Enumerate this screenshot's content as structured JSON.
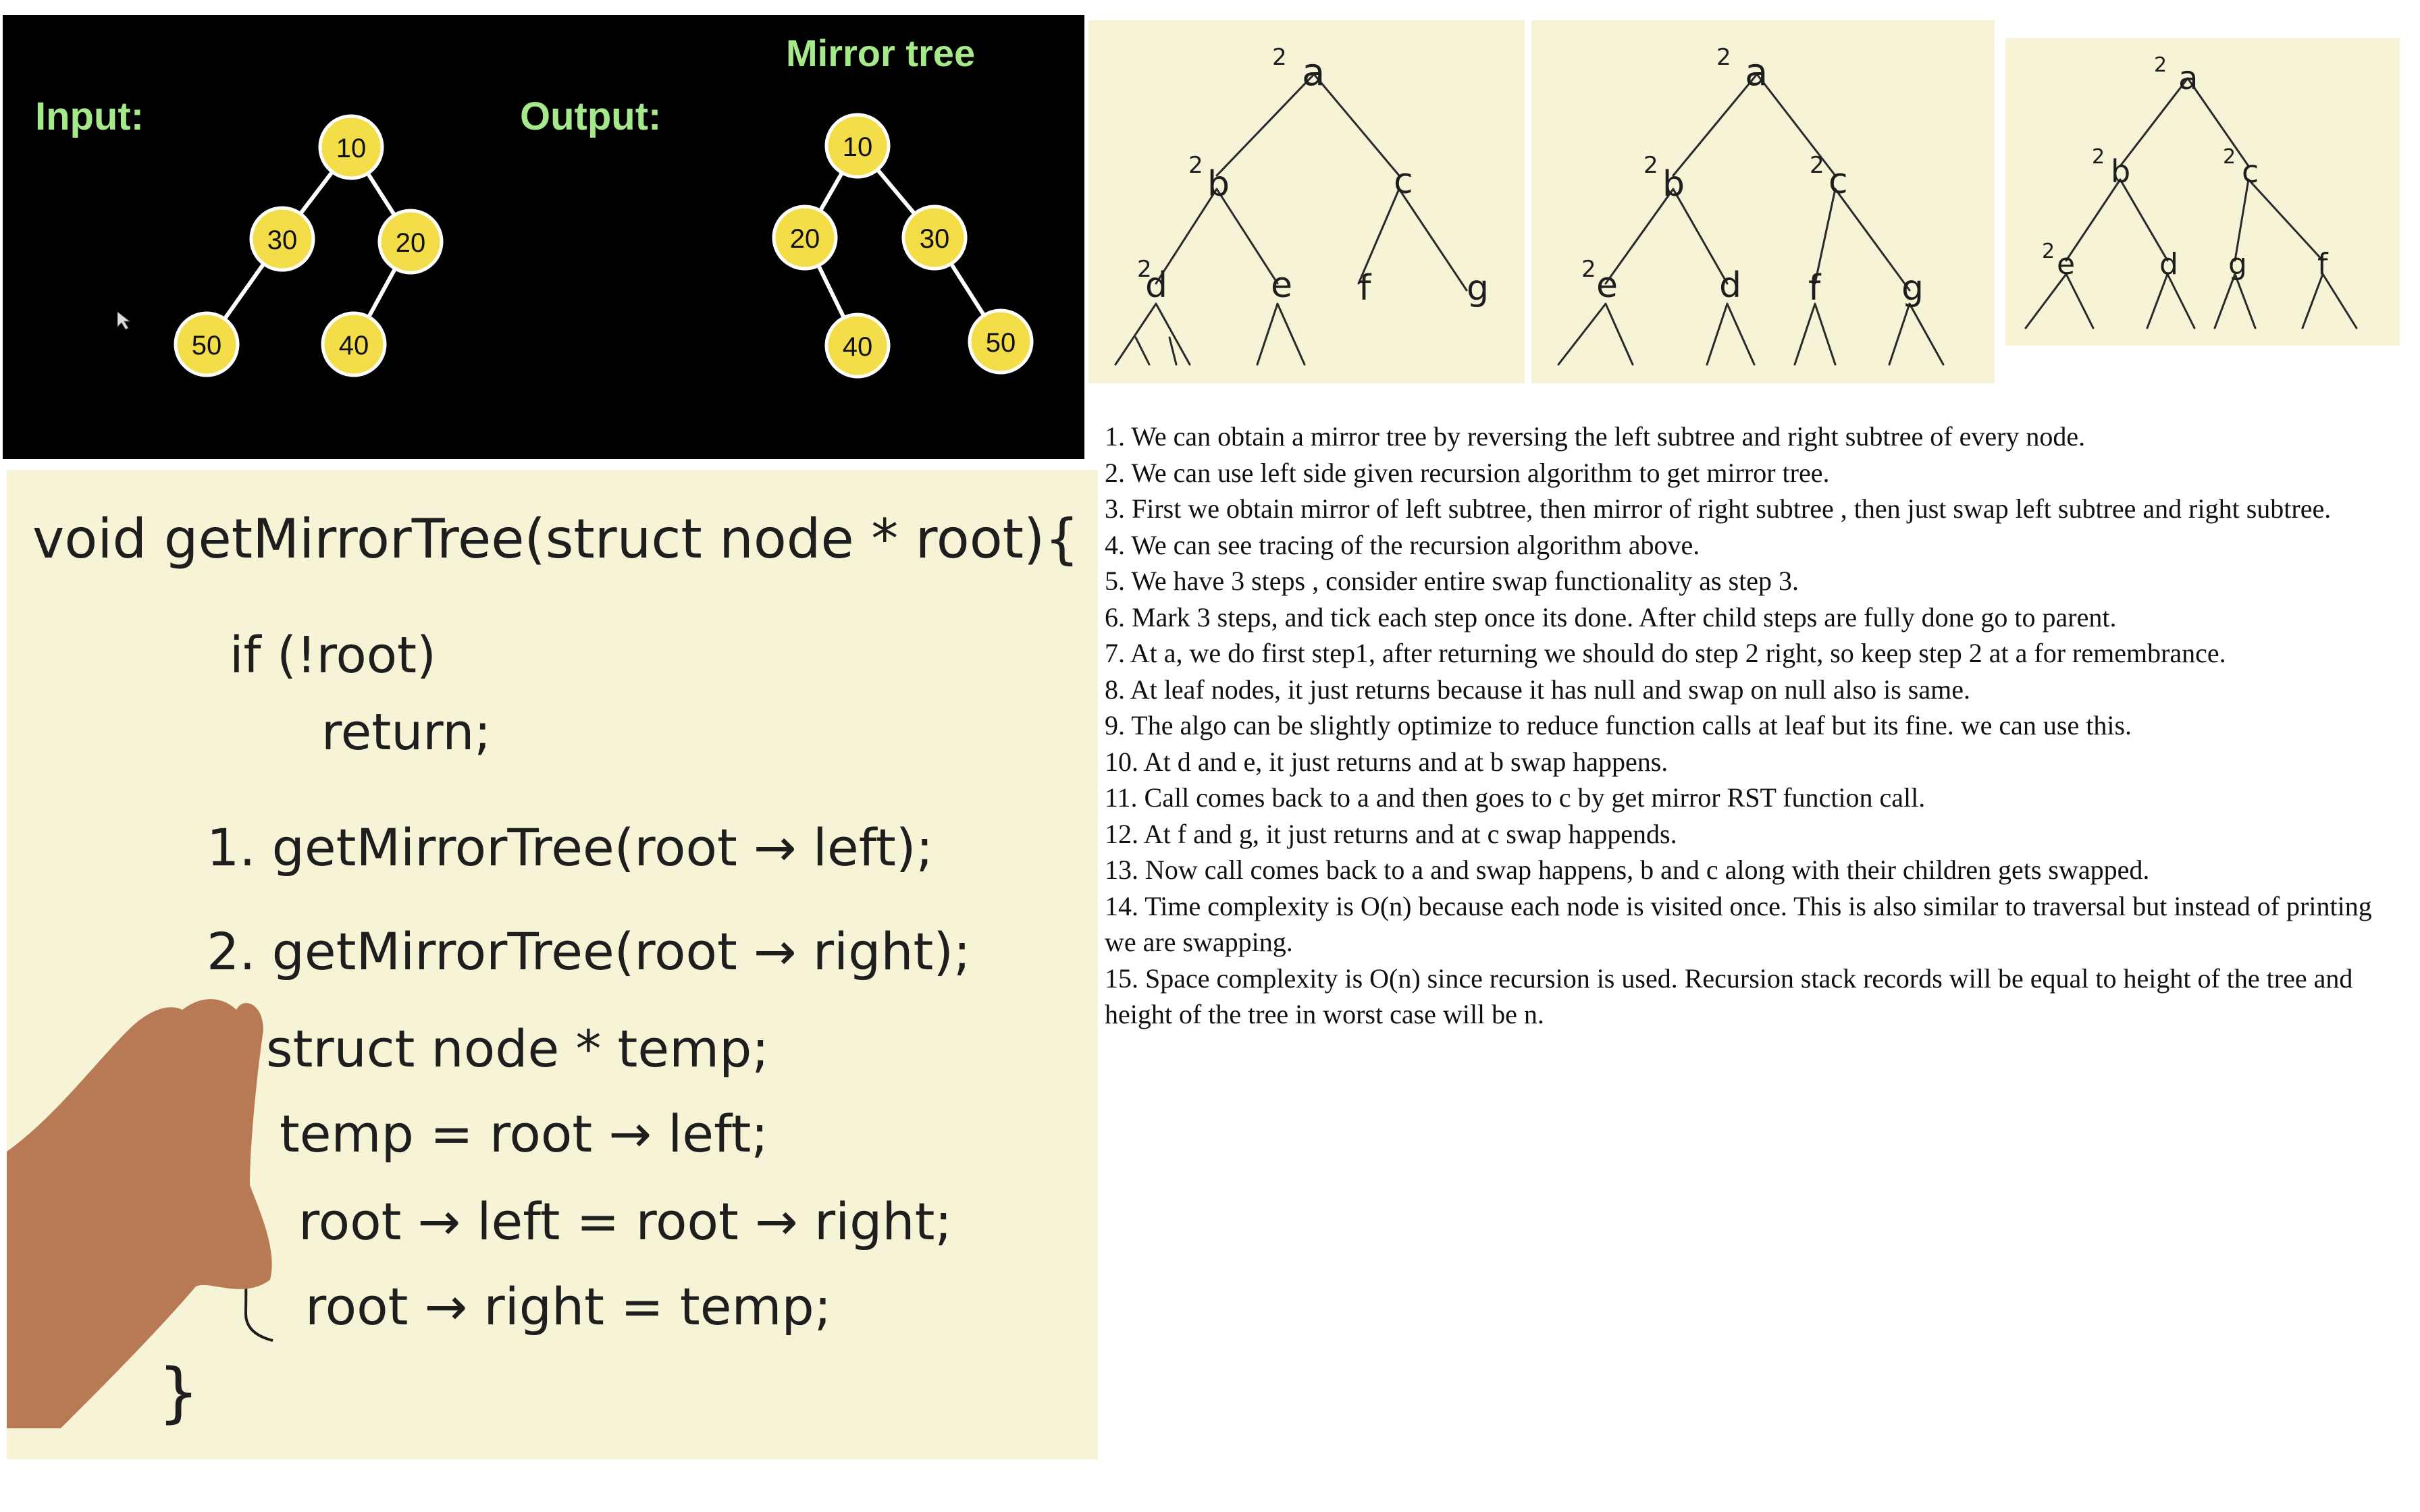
{
  "slide": {
    "input_label": "Input:",
    "output_label": "Output:",
    "title": "Mirror tree",
    "input_tree": {
      "root": "10",
      "left": "30",
      "right": "20",
      "left_left": "50",
      "right_left": "40"
    },
    "output_tree": {
      "root": "10",
      "left": "20",
      "right": "30",
      "left_right": "40",
      "right_right": "50"
    }
  },
  "board": {
    "lines": [
      "void getMirrorTree(struct node * root){",
      "if (!root)",
      "return;",
      "1. getMirrorTree(root → left);",
      "2. getMirrorTree(root → right);",
      "struct node * temp;",
      "temp = root → left;",
      "root → left = root → right;",
      "root → right = temp;",
      "}"
    ]
  },
  "sketches": [
    {
      "nodes": [
        "a",
        "b",
        "c",
        "d",
        "e",
        "f",
        "g"
      ],
      "marks": "2"
    },
    {
      "nodes": [
        "a",
        "b",
        "c",
        "e",
        "d",
        "f",
        "g"
      ],
      "marks": "2"
    },
    {
      "nodes": [
        "a",
        "b",
        "c",
        "e",
        "d",
        "g",
        "f"
      ],
      "marks": "2"
    }
  ],
  "notes": [
    "1. We can obtain a mirror tree by reversing the left subtree and right subtree of every node.",
    "2. We can use left side given recursion algorithm to get mirror tree.",
    "3. First we obtain mirror of left subtree, then mirror of right subtree , then just swap left subtree and right subtree.",
    "4. We can see tracing of the recursion algorithm above.",
    "5. We have 3 steps , consider entire swap functionality as step 3.",
    "6. Mark 3 steps, and tick each step once its done. After child steps are fully done go to parent.",
    "7. At a, we do first step1, after returning we should do step 2 right, so keep step 2 at a for remembrance.",
    "8. At leaf nodes, it just returns because it has null and swap on null also is same.",
    "9. The algo can be slightly optimize to reduce function calls at leaf but its fine. we can use this.",
    "10. At d and e, it just returns and at b swap happens.",
    "11. Call comes back to a and then goes to c by get mirror RST function call.",
    "12. At f and g, it just returns and at c swap happends.",
    "13. Now call comes back to a and swap happens, b and c along with their children gets swapped.",
    "14. Time complexity is O(n) because each node is visited once. This is also similar to traversal but instead of printing we are swapping.",
    "15. Space complexity is O(n) since recursion is used. Recursion stack records will be equal to height of the tree and height of the tree in worst case will be n."
  ]
}
